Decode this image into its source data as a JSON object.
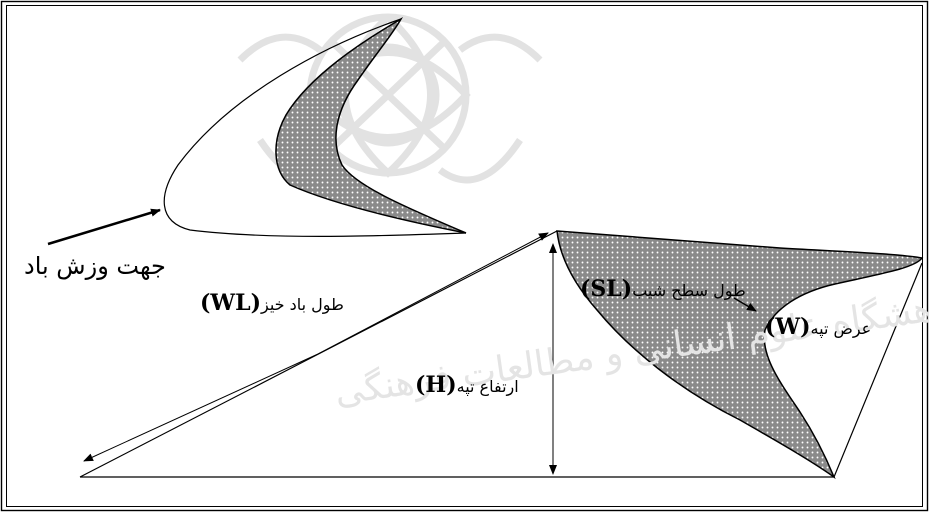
{
  "diagram": {
    "labels": {
      "wind_direction": "جهت وزش باد",
      "wl": "طول باد خیز",
      "wl_symbol": "(WL)",
      "sl": "طول سطح شیب",
      "sl_symbol": "(SL)",
      "height": "ارتفاع تپه",
      "height_symbol": "(H)",
      "width": "عرض تپه",
      "width_symbol": "(W)"
    },
    "watermark": "پرتال جامع علوم انسانی - پژوهشگاه علوم انسانی و مطالعات فرهنگی",
    "colors": {
      "line": "#000000",
      "dune_fill": "#8a8a8a",
      "dot": "#ffffff",
      "watermark": "#e6e6e6",
      "background": "#ffffff"
    }
  }
}
